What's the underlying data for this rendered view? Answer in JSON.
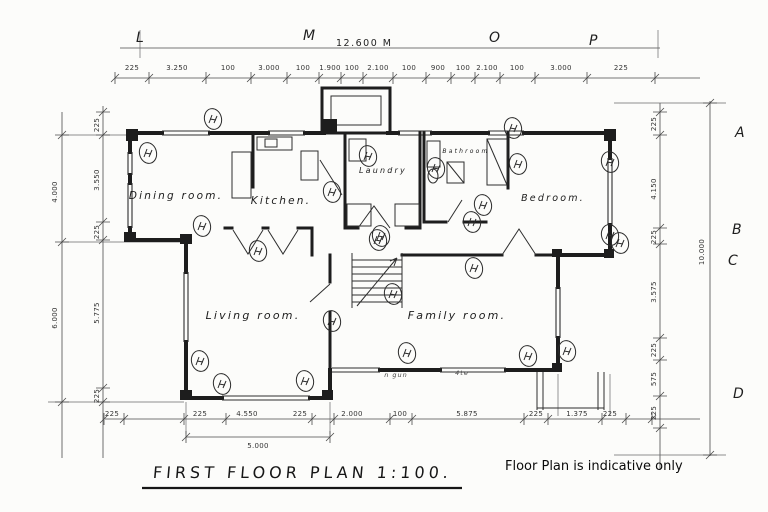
{
  "drawing": {
    "title": "FIRST FLOOR PLAN 1:100.",
    "disclaimer": "Floor Plan is indicative only",
    "ink_color": "#1d1d1d",
    "paper_color": "#fcfcfa"
  },
  "grid": {
    "top_letters": [
      "L",
      "M",
      "O",
      "P"
    ],
    "right_letters": [
      "A",
      "B",
      "C",
      "D"
    ],
    "overall_width": "12.600 M"
  },
  "rooms": {
    "dining": "Dining room.",
    "kitchen": "Kitchen.",
    "laundry": "Laundry",
    "bathroom": "Bathroom",
    "bedroom": "Bedroom.",
    "living": "Living room.",
    "family": "Family room."
  },
  "dimensions": {
    "top_row": [
      "225",
      "3.250",
      "100",
      "3.000",
      "100",
      "1.900",
      "100",
      "2.100",
      "100",
      "900",
      "100",
      "2.100",
      "100",
      "3.000",
      "225"
    ],
    "bottom_row": [
      "225",
      "225",
      "4.550",
      "225",
      "2.000",
      "100",
      "5.875",
      "225",
      "1.375",
      "225"
    ],
    "bottom_subtotal": "5.000",
    "left_outer": [
      "4.000",
      "6.000"
    ],
    "left_inner": [
      "225",
      "3.550",
      "225",
      "5.775",
      "225"
    ],
    "right_inner": [
      "225",
      "4.150",
      "225",
      "3.575",
      "225",
      "575",
      "225"
    ],
    "right_outer": "10.000",
    "notes": [
      "n gun",
      "4te"
    ]
  }
}
